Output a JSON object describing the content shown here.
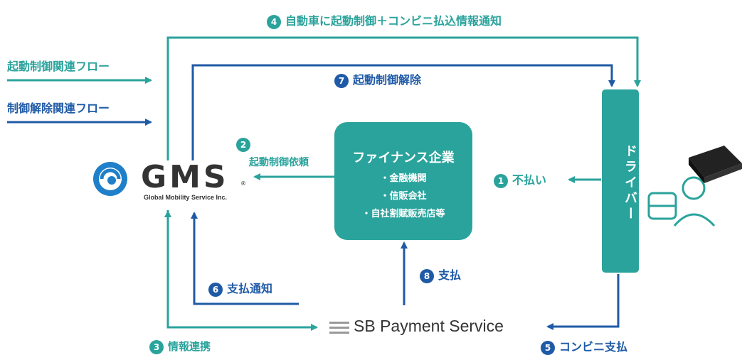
{
  "legend": {
    "activation_flow": "起動制御関連フロー",
    "release_flow": "制御解除関連フロー"
  },
  "steps": {
    "s1": {
      "num": "1",
      "label": "不払い"
    },
    "s2": {
      "num": "2",
      "label": "起動制御依頼"
    },
    "s3": {
      "num": "3",
      "label": "情報連携"
    },
    "s4": {
      "num": "4",
      "label": "自動車に起動制御＋コンビニ払込情報通知"
    },
    "s5": {
      "num": "5",
      "label": "コンビニ支払"
    },
    "s6": {
      "num": "6",
      "label": "支払通知"
    },
    "s7": {
      "num": "7",
      "label": "起動制御解除"
    },
    "s8": {
      "num": "8",
      "label": "支払"
    }
  },
  "finance": {
    "title": "ファイナンス企業",
    "items": [
      "・金融機関",
      "・信販会社",
      "・自社割賦販売店等"
    ]
  },
  "driver": {
    "label": "ドライバー"
  },
  "gms": {
    "logo_text": "GMS",
    "subtitle": "Global Mobility Service Inc.",
    "reg": "®"
  },
  "sbps": {
    "label": "SB Payment Service"
  },
  "colors": {
    "teal": "#2aa39c",
    "blue": "#1f5aa6"
  }
}
